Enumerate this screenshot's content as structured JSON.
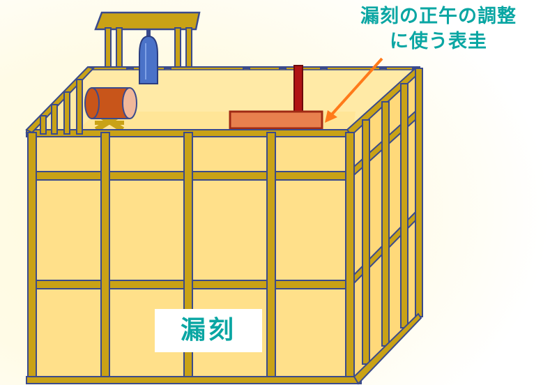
{
  "annotation": {
    "line1": "漏刻の正午の調整",
    "line2": "に使う表圭"
  },
  "main_label": "漏刻",
  "colors": {
    "background_glow": "#fffbe0",
    "building_fill": "#ffe08a",
    "building_top": "#ffeaa6",
    "frame_post": "#c9a216",
    "frame_edge": "#3a4a8c",
    "bell": "#4a72c8",
    "drum": "#c8551a",
    "gnomon_base": "#e8804e",
    "gnomon_rod": "#b01414",
    "arrow": "#ff7a1a",
    "text_accent": "#0aa6a3"
  },
  "icons": [
    "bell-icon",
    "drum-icon",
    "gnomon-icon",
    "arrow-icon"
  ]
}
